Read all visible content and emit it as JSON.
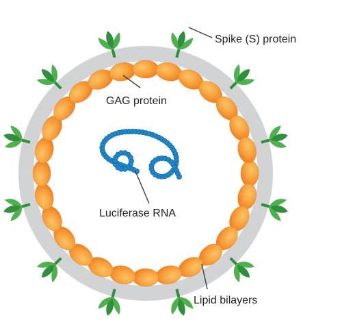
{
  "labels": {
    "spike": "Spike (S) protein",
    "gag": "GAG protein",
    "rna": "Luciferase RNA",
    "lipid": "Lipid bilayers"
  },
  "colors": {
    "membrane": "#d2d3d5",
    "gag_light": "#fbb04b",
    "gag_dark": "#f07e22",
    "spike_dark": "#2f8f3d",
    "spike_light": "#4fb04e",
    "rna": "#1e88c9",
    "rna_dark": "#1565a8",
    "leader": "#3a3a3a"
  }
}
